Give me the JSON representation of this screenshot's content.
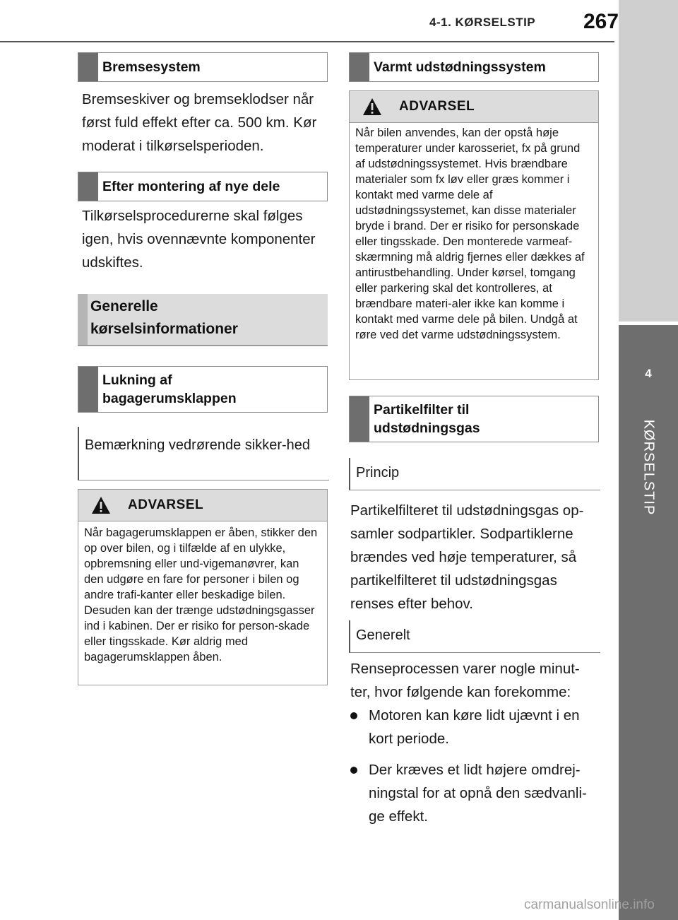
{
  "header": {
    "section": "4-1. KØRSELSTIP",
    "page_number": "267"
  },
  "side_tab": {
    "chapter_number": "4",
    "chapter_label": "KØRSELSTIP"
  },
  "left": {
    "brake_heading": "Bremsesystem",
    "brake_text": "Bremseskiver og bremseklodser når først fuld effekt efter ca. 500 km. Kør moderat i tilkørselsperioden.",
    "parts_heading": "Efter montering af nye dele",
    "parts_text": "Tilkørselsprocedurerne skal følges igen, hvis ovennævnte komponenter udskiftes.",
    "general_heading": "Generelle kørselsinformationer",
    "tailgate_heading": "Lukning af bagagerumsklappen",
    "safety_subheading": "Bemærkning vedrørende sikker-hed",
    "warning": {
      "title": "ADVARSEL",
      "text": "Når bagagerumsklappen er åben, stikker den op over bilen, og i tilfælde af en ulykke, opbremsning eller und-vigemanøvrer, kan den udgøre en fare for personer i bilen og andre trafi-kanter eller beskadige bilen. Desuden kan der trænge udstødningsgasser ind i kabinen. Der er risiko for person-skade eller tingsskade. Kør aldrig med bagagerumsklappen åben."
    }
  },
  "right": {
    "exhaust_heading": "Varmt udstødningssystem",
    "warning": {
      "title": "ADVARSEL",
      "text": "Når bilen anvendes, kan der opstå høje temperaturer under karosseriet, fx på grund af udstødningssystemet. Hvis brændbare materialer som fx løv eller græs kommer i kontakt med varme dele af udstødningssystemet, kan disse materialer bryde i brand. Der er risiko for personskade eller tingsskade. Den monterede varmeaf-skærmning må aldrig fjernes eller dækkes af antirustbehandling. Under kørsel, tomgang eller parkering skal det kontrolleres, at brændbare materi-aler ikke kan komme i kontakt med varme dele på bilen. Undgå at røre ved det varme udstødningssystem."
    },
    "filter_heading": "Partikelfilter til udstødningsgas",
    "principle_subheading": "Princip",
    "principle_text": "Partikelfilteret til udstødningsgas op-samler sodpartikler. Sodpartiklerne brændes ved høje temperaturer, så partikelfilteret til udstødningsgas renses efter behov.",
    "general_subheading": "Generelt",
    "general_text": "Renseprocessen varer nogle minut-ter, hvor følgende kan forekomme:",
    "bullets": [
      "Motoren kan køre lidt ujævnt i en kort periode.",
      "Der kræves et lidt højere omdrej-ningstal for at opnå den sædvanli-ge effekt."
    ]
  },
  "watermark": "carmanualsonline.info"
}
